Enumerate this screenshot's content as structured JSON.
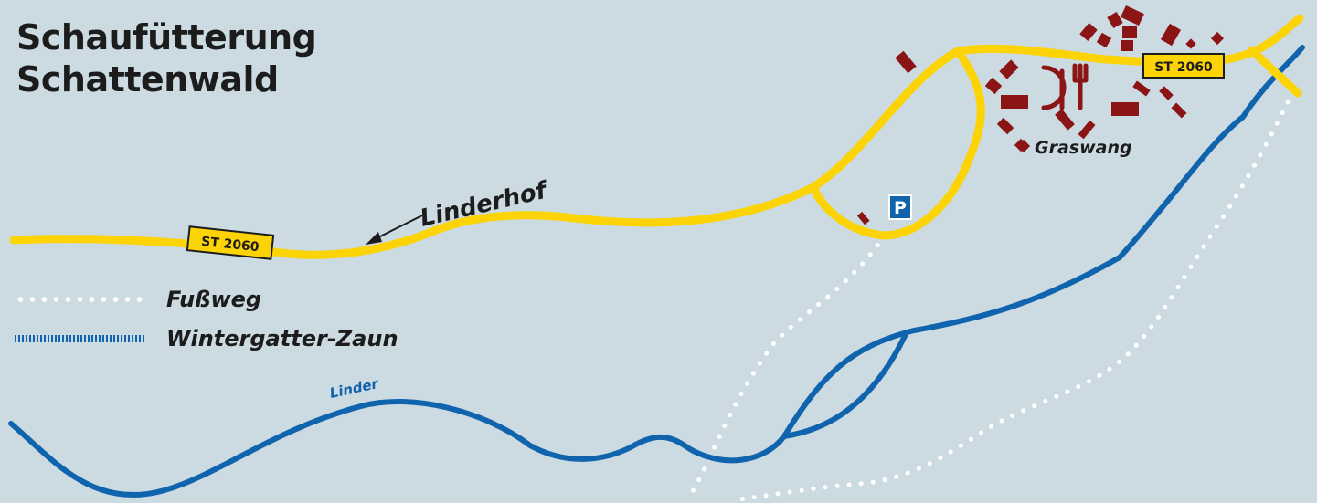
{
  "title": {
    "line1": "Schaufütterung",
    "line2": "Schattenwald"
  },
  "legend": [
    {
      "label": "Fußweg",
      "symbol": "dotted-white-line"
    },
    {
      "label": "Wintergatter-Zaun",
      "symbol": "blue-hatched-line"
    }
  ],
  "labels": {
    "direction": "Linderhof",
    "village": "Graswang",
    "river": "Linder",
    "road_badge_west": "ST 2060",
    "road_badge_east": "ST 2060",
    "parking": "P"
  },
  "icons": {
    "restaurant": "fork-knife-plate-icon",
    "parking": "parking-sign-icon"
  },
  "colors": {
    "background": "#ccdae2",
    "road": "#fcd406",
    "river": "#0f64ad",
    "path": "#ffffff",
    "building": "#8b1414",
    "text": "#1c1c1c",
    "badge": "#fcd406"
  }
}
